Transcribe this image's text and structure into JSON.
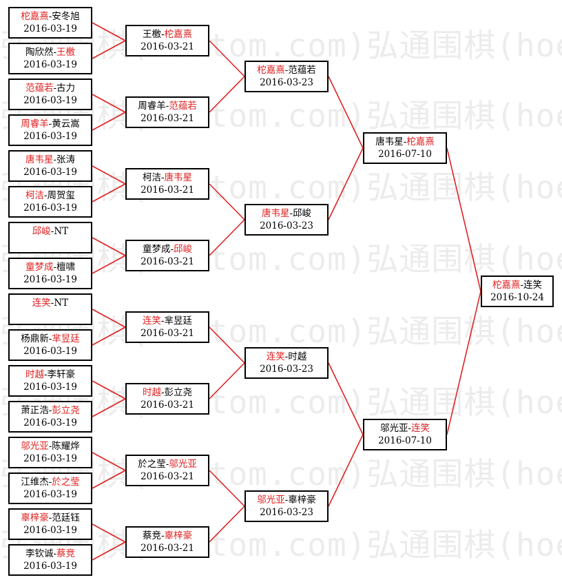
{
  "watermark": "弘通围棋(hoetom.com)弘通围棋(hoetom.com)弘通围",
  "colors": {
    "winner": "#e02020",
    "line": "#e02020",
    "border": "#000000"
  },
  "rounds": [
    [
      {
        "p1": "柁嘉熹",
        "p2": "安冬旭",
        "winner": 1,
        "date": "2016-03-19"
      },
      {
        "p1": "陶欣然",
        "p2": "王檄",
        "winner": 2,
        "date": "2016-03-19"
      },
      {
        "p1": "范蕴若",
        "p2": "古力",
        "winner": 1,
        "date": "2016-03-19"
      },
      {
        "p1": "周睿羊",
        "p2": "黄云嵩",
        "winner": 1,
        "date": "2016-03-19"
      },
      {
        "p1": "唐韦星",
        "p2": "张涛",
        "winner": 1,
        "date": "2016-03-19"
      },
      {
        "p1": "柯洁",
        "p2": "周贺玺",
        "winner": 1,
        "date": "2016-03-19"
      },
      {
        "p1": "邱峻",
        "p2": "NT",
        "winner": 1,
        "date": ""
      },
      {
        "p1": "童梦成",
        "p2": "檀啸",
        "winner": 1,
        "date": "2016-03-19"
      },
      {
        "p1": "连笑",
        "p2": "NT",
        "winner": 1,
        "date": ""
      },
      {
        "p1": "杨鼎新",
        "p2": "芈昱廷",
        "winner": 2,
        "date": "2016-03-19"
      },
      {
        "p1": "时越",
        "p2": "李轩豪",
        "winner": 1,
        "date": "2016-03-19"
      },
      {
        "p1": "萧正浩",
        "p2": "彭立尧",
        "winner": 2,
        "date": "2016-03-19"
      },
      {
        "p1": "邬光亚",
        "p2": "陈耀烨",
        "winner": 1,
        "date": "2016-03-19"
      },
      {
        "p1": "江维杰",
        "p2": "於之莹",
        "winner": 2,
        "date": "2016-03-19"
      },
      {
        "p1": "辜梓豪",
        "p2": "范廷钰",
        "winner": 1,
        "date": "2016-03-19"
      },
      {
        "p1": "李钦诚",
        "p2": "蔡竞",
        "winner": 2,
        "date": "2016-03-19"
      }
    ],
    [
      {
        "p1": "王檄",
        "p2": "柁嘉熹",
        "winner": 2,
        "date": "2016-03-21"
      },
      {
        "p1": "周睿羊",
        "p2": "范蕴若",
        "winner": 2,
        "date": "2016-03-21"
      },
      {
        "p1": "柯洁",
        "p2": "唐韦星",
        "winner": 2,
        "date": "2016-03-21"
      },
      {
        "p1": "童梦成",
        "p2": "邱峻",
        "winner": 2,
        "date": "2016-03-21"
      },
      {
        "p1": "连笑",
        "p2": "芈昱廷",
        "winner": 1,
        "date": "2016-03-21"
      },
      {
        "p1": "时越",
        "p2": "彭立尧",
        "winner": 1,
        "date": "2016-03-21"
      },
      {
        "p1": "於之莹",
        "p2": "邬光亚",
        "winner": 2,
        "date": "2016-03-21"
      },
      {
        "p1": "蔡竞",
        "p2": "辜梓豪",
        "winner": 2,
        "date": "2016-03-21"
      }
    ],
    [
      {
        "p1": "柁嘉熹",
        "p2": "范蕴若",
        "winner": 1,
        "date": "2016-03-23"
      },
      {
        "p1": "唐韦星",
        "p2": "邱峻",
        "winner": 1,
        "date": "2016-03-23"
      },
      {
        "p1": "连笑",
        "p2": "时越",
        "winner": 1,
        "date": "2016-03-23"
      },
      {
        "p1": "邬光亚",
        "p2": "辜梓豪",
        "winner": 1,
        "date": "2016-03-23"
      }
    ],
    [
      {
        "p1": "唐韦星",
        "p2": "柁嘉熹",
        "winner": 2,
        "date": "2016-07-10"
      },
      {
        "p1": "邬光亚",
        "p2": "连笑",
        "winner": 2,
        "date": "2016-07-10"
      }
    ],
    [
      {
        "p1": "柁嘉熹",
        "p2": "连笑",
        "winner": 1,
        "date": "2016-10-24"
      }
    ]
  ]
}
